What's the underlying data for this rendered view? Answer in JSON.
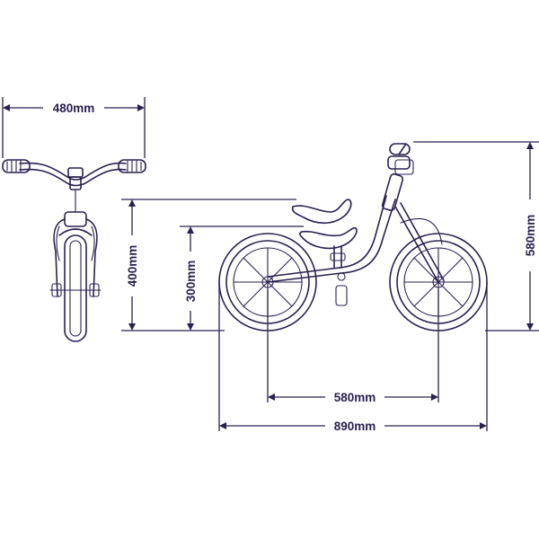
{
  "colors": {
    "ink": "#2b2050",
    "background": "#ffffff"
  },
  "dimensions": {
    "handlebar_width": "480mm",
    "seat_height": "400mm",
    "hub_height": "300mm",
    "wheelbase": "580mm",
    "total_length": "890mm",
    "total_height": "580mm"
  }
}
